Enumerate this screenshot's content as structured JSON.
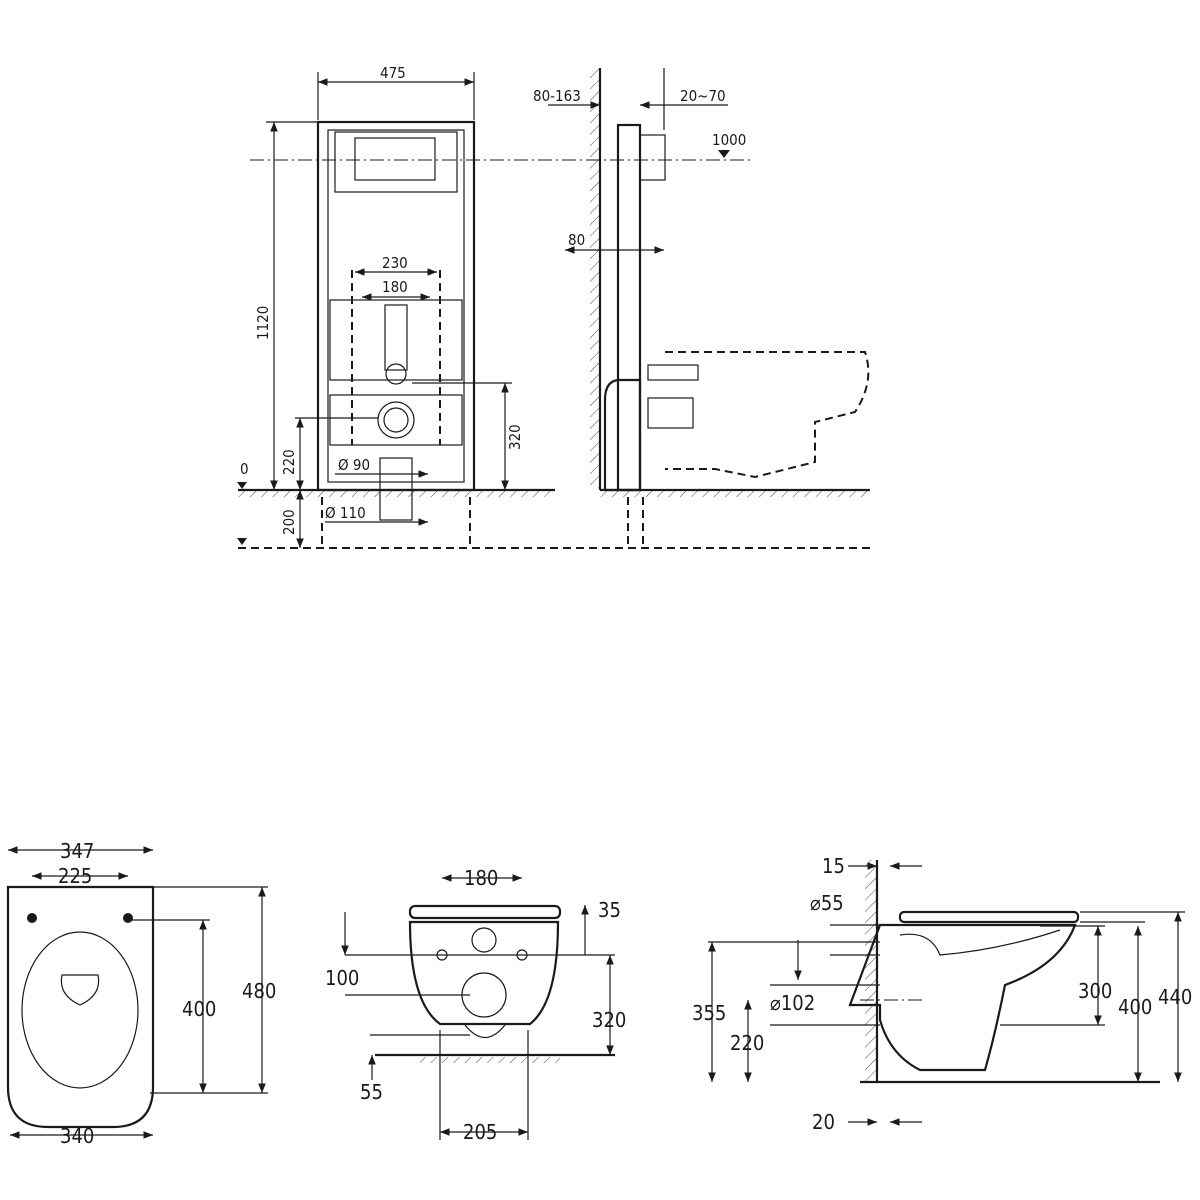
{
  "frame_front": {
    "width": "475",
    "height": "1120",
    "w230": "230",
    "w180": "180",
    "h320": "320",
    "h220": "220",
    "level0": "0",
    "d90": "Ø 90",
    "d110": "Ø 110",
    "depth200": "200"
  },
  "frame_side": {
    "wall": "80-163",
    "panel": "20~70",
    "button_height": "1000",
    "depth80": "80"
  },
  "bowl_top": {
    "outer_width": "347",
    "hole_spacing": "225",
    "length": "480",
    "seat_length": "400",
    "bottom_width": "340"
  },
  "bowl_rear": {
    "hole_spacing": "180",
    "seat_thickness": "35",
    "upper": "100",
    "outlet_height": "320",
    "lower": "55",
    "base_width": "205"
  },
  "bowl_side": {
    "t15": "15",
    "d55": "⌀55",
    "h355": "355",
    "d102": "⌀102",
    "h220": "220",
    "h300": "300",
    "h400": "400",
    "h440": "440",
    "t20": "20"
  }
}
